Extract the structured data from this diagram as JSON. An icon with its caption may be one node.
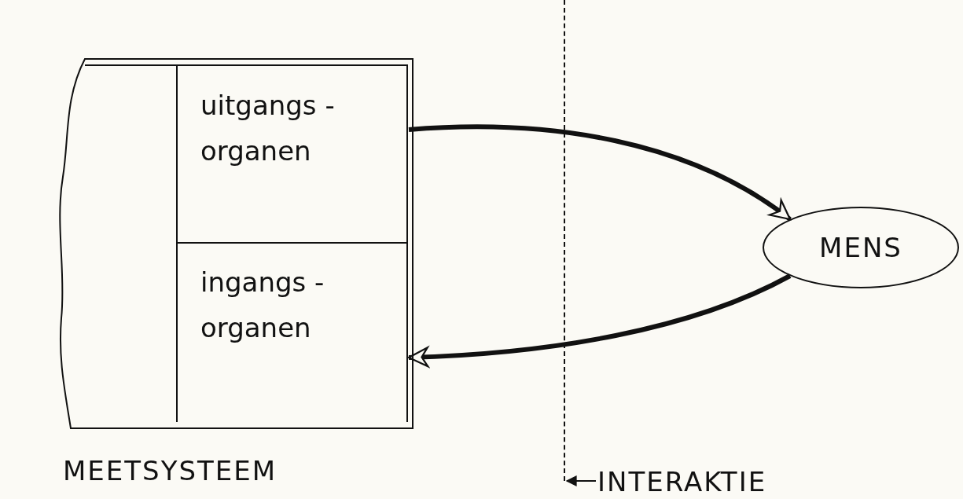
{
  "diagram": {
    "nodes": [
      {
        "text": [
          "MEETSYSTEEM"
        ]
      },
      {
        "text": [
          "uitgangs - organen"
        ],
        "in": 0
      },
      {
        "text": [
          "ingangs - organen"
        ],
        "in": 0
      },
      {
        "text": [
          "MENS"
        ]
      },
      {
        "text": [
          "INTERAKTIE"
        ]
      },
      {
        "text": [],
        "shape": "line"
      }
    ],
    "edges": [
      {
        "from": 1,
        "to": 3,
        "arrow": "to"
      },
      {
        "from": 3,
        "to": 2,
        "arrow": "to"
      },
      {
        "from": 4,
        "to": 5,
        "arrow": "to"
      }
    ]
  }
}
